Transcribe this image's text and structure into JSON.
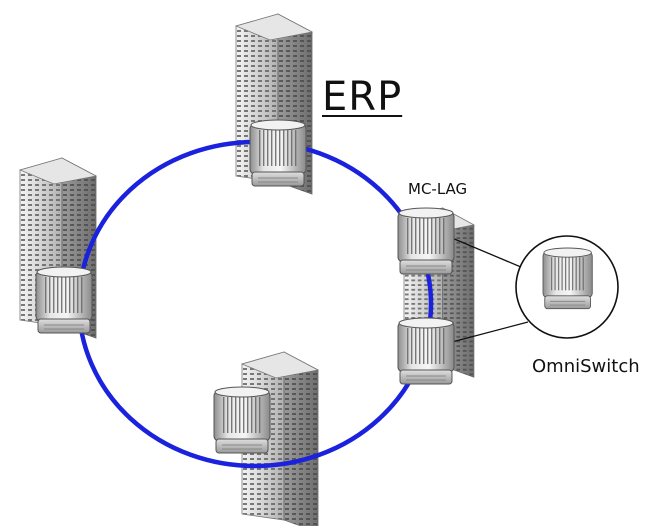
{
  "title": "ERP",
  "labels": {
    "mc_lag": "MC-LAG",
    "omniswitch": "OmniSwitch"
  },
  "colors": {
    "ring": "#1a22dd",
    "background": "#ffffff"
  },
  "buildings": [
    {
      "name": "building-top",
      "icon": "office-building-icon"
    },
    {
      "name": "building-left",
      "icon": "office-building-icon"
    },
    {
      "name": "building-bottom",
      "icon": "office-building-icon"
    },
    {
      "name": "building-right",
      "icon": "office-building-icon"
    }
  ],
  "switches": [
    {
      "name": "switch-top",
      "icon": "switch-icon"
    },
    {
      "name": "switch-left",
      "icon": "switch-icon"
    },
    {
      "name": "switch-bottom",
      "icon": "switch-icon"
    },
    {
      "name": "switch-mc-lag-upper",
      "icon": "switch-icon"
    },
    {
      "name": "switch-mc-lag-lower",
      "icon": "switch-icon"
    },
    {
      "name": "switch-omniswitch",
      "icon": "switch-icon"
    }
  ]
}
